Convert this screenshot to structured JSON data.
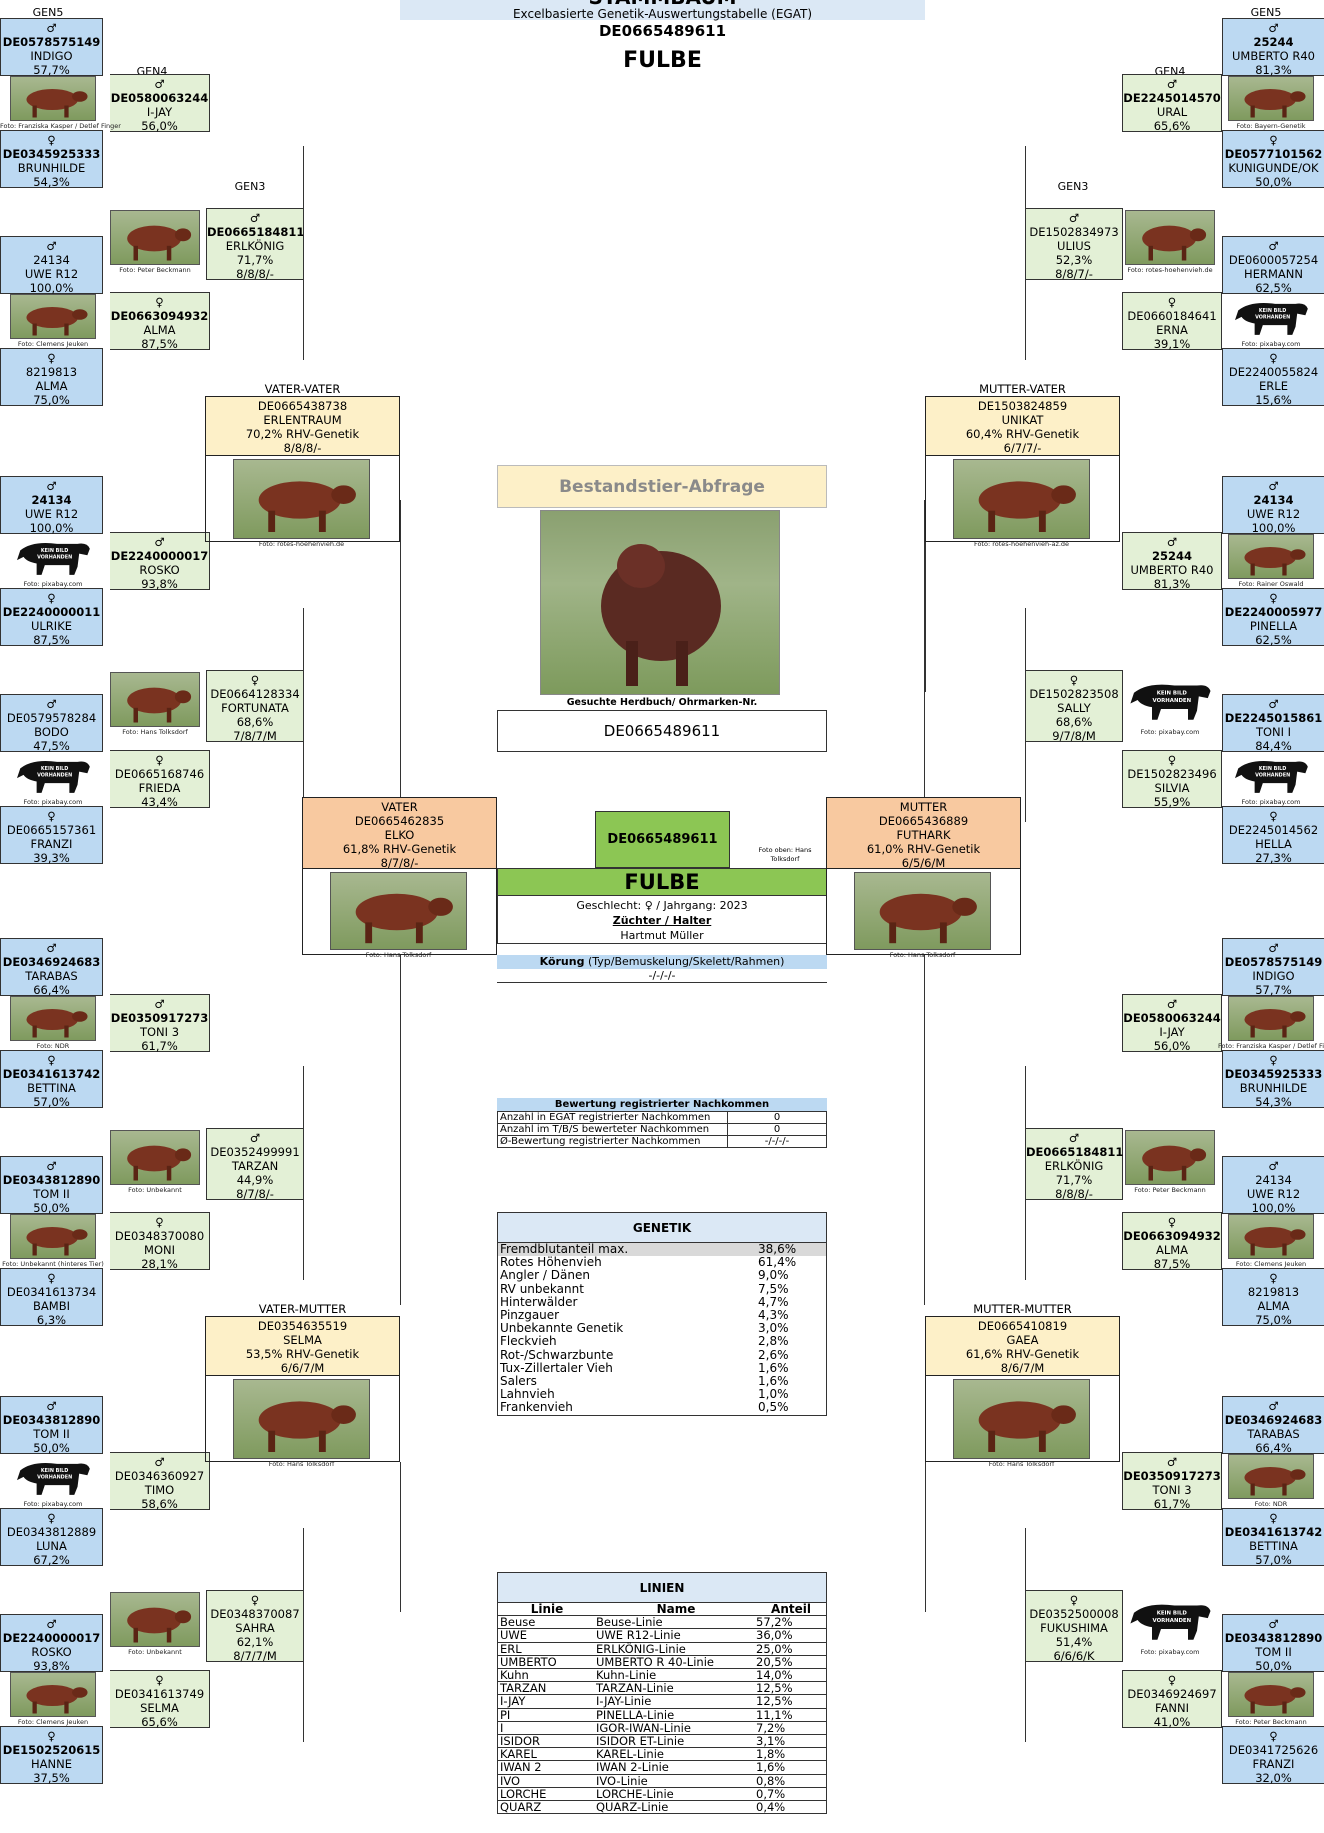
{
  "header": {
    "title": "STAMMBAUM",
    "subtitle": "Excelbasierte Genetik-Auswertungstabelle (EGAT)",
    "id": "DE0665489611",
    "name": "FULBE"
  },
  "gen_labels": {
    "gen5": "GEN5",
    "gen4": "GEN4",
    "gen3": "GEN3"
  },
  "left_upper": {
    "g5": [
      {
        "sex": "♂",
        "id": "DE0578575149",
        "name": "INDIGO",
        "pct": "57,7%",
        "bold": true
      },
      {
        "sex": "♀",
        "id": "DE0345925333",
        "name": "BRUNHILDE",
        "pct": "54,3%",
        "bold": true
      },
      {
        "sex": "♂",
        "id": "24134",
        "name": "UWE R12",
        "pct": "100,0%",
        "bold": false
      },
      {
        "sex": "♀",
        "id": "8219813",
        "name": "ALMA",
        "pct": "75,0%",
        "bold": false
      },
      {
        "sex": "♂",
        "id": "24134",
        "name": "UWE R12",
        "pct": "100,0%",
        "bold": true
      },
      {
        "sex": "♀",
        "id": "DE2240000011",
        "name": "ULRIKE",
        "pct": "87,5%",
        "bold": true
      },
      {
        "sex": "♂",
        "id": "DE0579578284",
        "name": "BODO",
        "pct": "47,5%",
        "bold": false
      },
      {
        "sex": "♀",
        "id": "DE0665157361",
        "name": "FRANZI",
        "pct": "39,3%",
        "bold": false
      }
    ],
    "g4": [
      {
        "sex": "♂",
        "id": "DE0580063244",
        "name": "I-JAY",
        "pct": "56,0%",
        "bold": true,
        "photo": "Foto: Franziska Kasper / Detlef Finger"
      },
      {
        "sex": "♀",
        "id": "DE0663094932",
        "name": "ALMA",
        "pct": "87,5%",
        "bold": true,
        "photo": "Foto: Clemens Jeuken"
      },
      {
        "sex": "♂",
        "id": "DE2240000017",
        "name": "ROSKO",
        "pct": "93,8%",
        "bold": true,
        "photo": "Foto: pixabay.com"
      },
      {
        "sex": "♀",
        "id": "DE0665168746",
        "name": "FRIEDA",
        "pct": "43,4%",
        "bold": false,
        "photo": "Foto: pixabay.com"
      }
    ],
    "g3": [
      {
        "sex": "♂",
        "id": "DE0665184811",
        "name": "ERLKÖNIG",
        "pct": "71,7%",
        "score": "8/8/8/-",
        "bold": true,
        "photo": "Foto: Peter Beckmann"
      },
      {
        "sex": "♀",
        "id": "DE0664128334",
        "name": "FORTUNATA",
        "pct": "68,6%",
        "score": "7/8/7/M",
        "bold": false,
        "photo": "Foto: Hans Tolksdorf"
      }
    ],
    "g2": {
      "role": "VATER-VATER",
      "id": "DE0665438738",
      "name": "ERLENTRAUM",
      "pct": "70,2%  RHV-Genetik",
      "score": "8/8/8/-",
      "photo": "Foto: rotes-hoehenvieh.de"
    }
  },
  "left_lower": {
    "g5": [
      {
        "sex": "♂",
        "id": "DE0346924683",
        "name": "TARABAS",
        "pct": "66,4%",
        "bold": true
      },
      {
        "sex": "♀",
        "id": "DE0341613742",
        "name": "BETTINA",
        "pct": "57,0%",
        "bold": true
      },
      {
        "sex": "♂",
        "id": "DE0343812890",
        "name": "TOM II",
        "pct": "50,0%",
        "bold": true
      },
      {
        "sex": "♀",
        "id": "DE0341613734",
        "name": "BAMBI",
        "pct": "6,3%",
        "bold": false
      },
      {
        "sex": "♂",
        "id": "DE0343812890",
        "name": "TOM II",
        "pct": "50,0%",
        "bold": true
      },
      {
        "sex": "♀",
        "id": "DE0343812889",
        "name": "LUNA",
        "pct": "67,2%",
        "bold": false
      },
      {
        "sex": "♂",
        "id": "DE2240000017",
        "name": "ROSKO",
        "pct": "93,8%",
        "bold": true
      },
      {
        "sex": "♀",
        "id": "DE1502520615",
        "name": "HANNE",
        "pct": "37,5%",
        "bold": true
      }
    ],
    "g4": [
      {
        "sex": "♂",
        "id": "DE0350917273",
        "name": "TONI 3",
        "pct": "61,7%",
        "bold": true,
        "photo": "Foto: NDR"
      },
      {
        "sex": "♀",
        "id": "DE0348370080",
        "name": "MONI",
        "pct": "28,1%",
        "bold": false,
        "photo": "Foto: Unbekannt (hinteres Tier)"
      },
      {
        "sex": "♂",
        "id": "DE0346360927",
        "name": "TIMO",
        "pct": "58,6%",
        "bold": false,
        "photo": "Foto: pixabay.com"
      },
      {
        "sex": "♀",
        "id": "DE0341613749",
        "name": "SELMA",
        "pct": "65,6%",
        "bold": false,
        "photo": "Foto: Clemens Jeuken"
      }
    ],
    "g3": [
      {
        "sex": "♂",
        "id": "DE0352499991",
        "name": "TARZAN",
        "pct": "44,9%",
        "score": "8/7/8/-",
        "bold": false,
        "photo": "Foto: Unbekannt"
      },
      {
        "sex": "♀",
        "id": "DE0348370087",
        "name": "SAHRA",
        "pct": "62,1%",
        "score": "8/7/7/M",
        "bold": false,
        "photo": "Foto: Unbekannt"
      }
    ],
    "g2": {
      "role": "VATER-MUTTER",
      "id": "DE0354635519",
      "name": "SELMA",
      "pct": "53,5%  RHV-Genetik",
      "score": "6/6/7/M",
      "photo": "Foto: Hans Tolksdorf"
    }
  },
  "right_upper": {
    "g5": [
      {
        "sex": "♂",
        "id": "25244",
        "name": "UMBERTO R40",
        "pct": "81,3%",
        "bold": true
      },
      {
        "sex": "♀",
        "id": "DE0577101562",
        "name": "KUNIGUNDE/OK",
        "pct": "50,0%",
        "bold": true
      },
      {
        "sex": "♂",
        "id": "DE0600057254",
        "name": "HERMANN",
        "pct": "62,5%",
        "bold": false
      },
      {
        "sex": "♀",
        "id": "DE2240055824",
        "name": "ERLE",
        "pct": "15,6%",
        "bold": false
      },
      {
        "sex": "♂",
        "id": "24134",
        "name": "UWE R12",
        "pct": "100,0%",
        "bold": true
      },
      {
        "sex": "♀",
        "id": "DE2240005977",
        "name": "PINELLA",
        "pct": "62,5%",
        "bold": true
      },
      {
        "sex": "♂",
        "id": "DE2245015861",
        "name": "TONI I",
        "pct": "84,4%",
        "bold": true
      },
      {
        "sex": "♀",
        "id": "DE2245014562",
        "name": "HELLA",
        "pct": "27,3%",
        "bold": false
      }
    ],
    "g4": [
      {
        "sex": "♂",
        "id": "DE2245014570",
        "name": "URAL",
        "pct": "65,6%",
        "bold": true,
        "photo": "Foto: Bayern-Genetik"
      },
      {
        "sex": "♀",
        "id": "DE0660184641",
        "name": "ERNA",
        "pct": "39,1%",
        "bold": false,
        "photo": "Foto: pixabay.com"
      },
      {
        "sex": "♂",
        "id": "25244",
        "name": "UMBERTO R40",
        "pct": "81,3%",
        "bold": true,
        "photo": "Foto: Rainer Oswald"
      },
      {
        "sex": "♀",
        "id": "DE1502823496",
        "name": "SILVIA",
        "pct": "55,9%",
        "bold": false,
        "photo": "Foto: pixabay.com"
      }
    ],
    "g3": [
      {
        "sex": "♂",
        "id": "DE1502834973",
        "name": "ULIUS",
        "pct": "52,3%",
        "score": "8/8/7/-",
        "bold": false,
        "photo": "Foto: rotes-hoehenvieh.de"
      },
      {
        "sex": "♀",
        "id": "DE1502823508",
        "name": "SALLY",
        "pct": "68,6%",
        "score": "9/7/8/M",
        "bold": false,
        "photo": "Foto: pixabay.com"
      }
    ],
    "g2": {
      "role": "MUTTER-VATER",
      "id": "DE1503824859",
      "name": "UNIKAT",
      "pct": "60,4%  RHV-Genetik",
      "score": "6/7/7/-",
      "photo": "Foto: rotes-hoehenvieh-az.de"
    }
  },
  "right_lower": {
    "g5": [
      {
        "sex": "♂",
        "id": "DE0578575149",
        "name": "INDIGO",
        "pct": "57,7%",
        "bold": true
      },
      {
        "sex": "♀",
        "id": "DE0345925333",
        "name": "BRUNHILDE",
        "pct": "54,3%",
        "bold": true
      },
      {
        "sex": "♂",
        "id": "24134",
        "name": "UWE R12",
        "pct": "100,0%",
        "bold": false
      },
      {
        "sex": "♀",
        "id": "8219813",
        "name": "ALMA",
        "pct": "75,0%",
        "bold": false
      },
      {
        "sex": "♂",
        "id": "DE0346924683",
        "name": "TARABAS",
        "pct": "66,4%",
        "bold": true
      },
      {
        "sex": "♀",
        "id": "DE0341613742",
        "name": "BETTINA",
        "pct": "57,0%",
        "bold": true
      },
      {
        "sex": "♂",
        "id": "DE0343812890",
        "name": "TOM II",
        "pct": "50,0%",
        "bold": true
      },
      {
        "sex": "♀",
        "id": "DE0341725626",
        "name": "FRANZI",
        "pct": "32,0%",
        "bold": false
      }
    ],
    "g4": [
      {
        "sex": "♂",
        "id": "DE0580063244",
        "name": "I-JAY",
        "pct": "56,0%",
        "bold": true,
        "photo": "Foto: Franziska Kasper / Detlef Finger"
      },
      {
        "sex": "♀",
        "id": "DE0663094932",
        "name": "ALMA",
        "pct": "87,5%",
        "bold": true,
        "photo": "Foto: Clemens Jeuken"
      },
      {
        "sex": "♂",
        "id": "DE0350917273",
        "name": "TONI 3",
        "pct": "61,7%",
        "bold": true,
        "photo": "Foto: NDR"
      },
      {
        "sex": "♀",
        "id": "DE0346924697",
        "name": "FANNI",
        "pct": "41,0%",
        "bold": false,
        "photo": "Foto: Peter Beckmann"
      }
    ],
    "g3": [
      {
        "sex": "♂",
        "id": "DE0665184811",
        "name": "ERLKÖNIG",
        "pct": "71,7%",
        "score": "8/8/8/-",
        "bold": true,
        "photo": "Foto: Peter Beckmann"
      },
      {
        "sex": "♀",
        "id": "DE0352500008",
        "name": "FUKUSHIMA",
        "pct": "51,4%",
        "score": "6/6/6/K",
        "bold": false,
        "photo": "Foto: pixabay.com"
      }
    ],
    "g2": {
      "role": "MUTTER-MUTTER",
      "id": "DE0665410819",
      "name": "GAEA",
      "pct": "61,6%  RHV-Genetik",
      "score": "8/6/7/M",
      "photo": "Foto: Hans Tolksdorf"
    }
  },
  "father": {
    "role": "VATER",
    "id": "DE0665462835",
    "name": "ELKO",
    "pct": "61,8%  RHV-Genetik",
    "score": "8/7/8/-",
    "photo": "Foto: Hans Tolksdorf"
  },
  "mother": {
    "role": "MUTTER",
    "id": "DE0665436889",
    "name": "FUTHARK",
    "pct": "61,0%  RHV-Genetik",
    "score": "6/5/6/M",
    "photo": "Foto: Hans Tolksdorf"
  },
  "query": {
    "title": "Bestandstier-Abfrage",
    "search_label": "Gesuchte Herdbuch/ Ohrmarken-Nr.",
    "search_value": "DE0665489611"
  },
  "subject": {
    "id": "DE0665489611",
    "photo_note": "Foto oben: Hans Tolksdorf",
    "name": "FULBE",
    "sex_line": "Geschlecht: ♀ / Jahrgang: 2023",
    "breeder_label": "Züchter / Halter",
    "breeder": "Hartmut Müller",
    "koerung_label": "Körung",
    "koerung_desc": "(Typ/Bemuskelung/Skelett/Rahmen)",
    "koerung_value": "-/-/-/-"
  },
  "offspring": {
    "title": "Bewertung registrierter Nachkommen",
    "rows": [
      {
        "label": "Anzahl in EGAT registrierter Nachkommen",
        "value": "0"
      },
      {
        "label": "Anzahl im T/B/S bewerteter Nachkommen",
        "value": "0"
      },
      {
        "label": "Ø-Bewertung registrierter Nachkommen",
        "value": "-/-/-/-"
      }
    ]
  },
  "genetik": {
    "title": "GENETIK",
    "rows": [
      {
        "label": "Fremdblutanteil max.",
        "value": "38,6%"
      },
      {
        "label": "Rotes Höhenvieh",
        "value": "61,4%"
      },
      {
        "label": "Angler / Dänen",
        "value": "9,0%"
      },
      {
        "label": "RV unbekannt",
        "value": "7,5%"
      },
      {
        "label": "Hinterwälder",
        "value": "4,7%"
      },
      {
        "label": "Pinzgauer",
        "value": "4,3%"
      },
      {
        "label": "Unbekannte Genetik",
        "value": "3,0%"
      },
      {
        "label": "Fleckvieh",
        "value": "2,8%"
      },
      {
        "label": "Rot-/Schwarzbunte",
        "value": "2,6%"
      },
      {
        "label": "Tux-Zillertaler Vieh",
        "value": "1,6%"
      },
      {
        "label": "Salers",
        "value": "1,6%"
      },
      {
        "label": "Lahnvieh",
        "value": "1,0%"
      },
      {
        "label": "Frankenvieh",
        "value": "0,5%"
      }
    ]
  },
  "linien": {
    "title": "LINIEN",
    "headers": [
      "Linie",
      "Name",
      "Anteil"
    ],
    "rows": [
      [
        "Beuse",
        "Beuse-Linie",
        "57,2%"
      ],
      [
        "UWE",
        "UWE R12-Linie",
        "36,0%"
      ],
      [
        "ERL",
        "ERLKÖNIG-Linie",
        "25,0%"
      ],
      [
        "UMBERTO",
        "UMBERTO R 40-Linie",
        "20,5%"
      ],
      [
        "Kuhn",
        "Kuhn-Linie",
        "14,0%"
      ],
      [
        "TARZAN",
        "TARZAN-Linie",
        "12,5%"
      ],
      [
        "I-JAY",
        "I-JAY-Linie",
        "12,5%"
      ],
      [
        "PI",
        "PINELLA-Linie",
        "11,1%"
      ],
      [
        "I",
        "IGOR-IWAN-Linie",
        "7,2%"
      ],
      [
        "ISIDOR",
        "ISIDOR ET-Linie",
        "3,1%"
      ],
      [
        "KAREL",
        "KAREL-Linie",
        "1,8%"
      ],
      [
        "IWAN 2",
        "IWAN 2-Linie",
        "1,6%"
      ],
      [
        "IVO",
        "IVO-Linie",
        "0,8%"
      ],
      [
        "LORCHE",
        "LORCHE-Linie",
        "0,7%"
      ],
      [
        "QUARZ",
        "QUARZ-Linie",
        "0,4%"
      ]
    ]
  },
  "no_picture_text": "KEIN BILD VORHANDEN",
  "colors": {
    "blue": "#bcd9f2",
    "green": "#e3f0d6",
    "tan": "#fdf0c8",
    "orange": "#f8c9a0",
    "subject_green": "#8cc654"
  }
}
